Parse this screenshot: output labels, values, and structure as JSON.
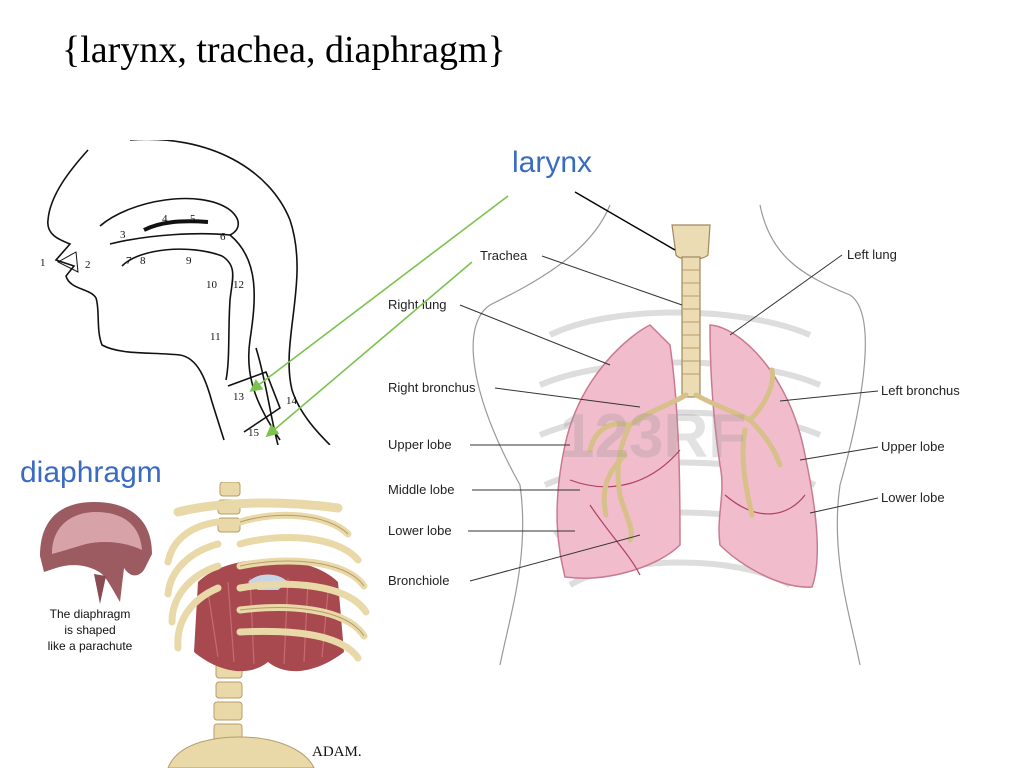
{
  "slide": {
    "title": "{larynx, trachea, diaphragm}"
  },
  "callouts": {
    "larynx": "larynx",
    "diaphragm": "diaphragm"
  },
  "head_diagram": {
    "numbers": [
      "1",
      "2",
      "3",
      "4",
      "5",
      "6",
      "7",
      "8",
      "9",
      "10",
      "11",
      "12",
      "13",
      "14",
      "15"
    ]
  },
  "lung_diagram": {
    "left_labels": [
      "Trachea",
      "Right lung",
      "Right bronchus",
      "Upper lobe",
      "Middle lobe",
      "Lower lobe",
      "Bronchiole"
    ],
    "right_labels": [
      "Left lung",
      "Left bronchus",
      "Upper lobe",
      "Lower lobe"
    ],
    "watermark": "123RF"
  },
  "diaphragm_caption": [
    "The diaphragm",
    "is shaped",
    "like a parachute"
  ],
  "credit": "ADAM.",
  "colors": {
    "callout_blue": "#3a6bc2",
    "arrow_green": "#7cc24e",
    "lung_pink": "#f1bccb",
    "bone": "#ead9a8",
    "muscle": "#a8484f"
  }
}
